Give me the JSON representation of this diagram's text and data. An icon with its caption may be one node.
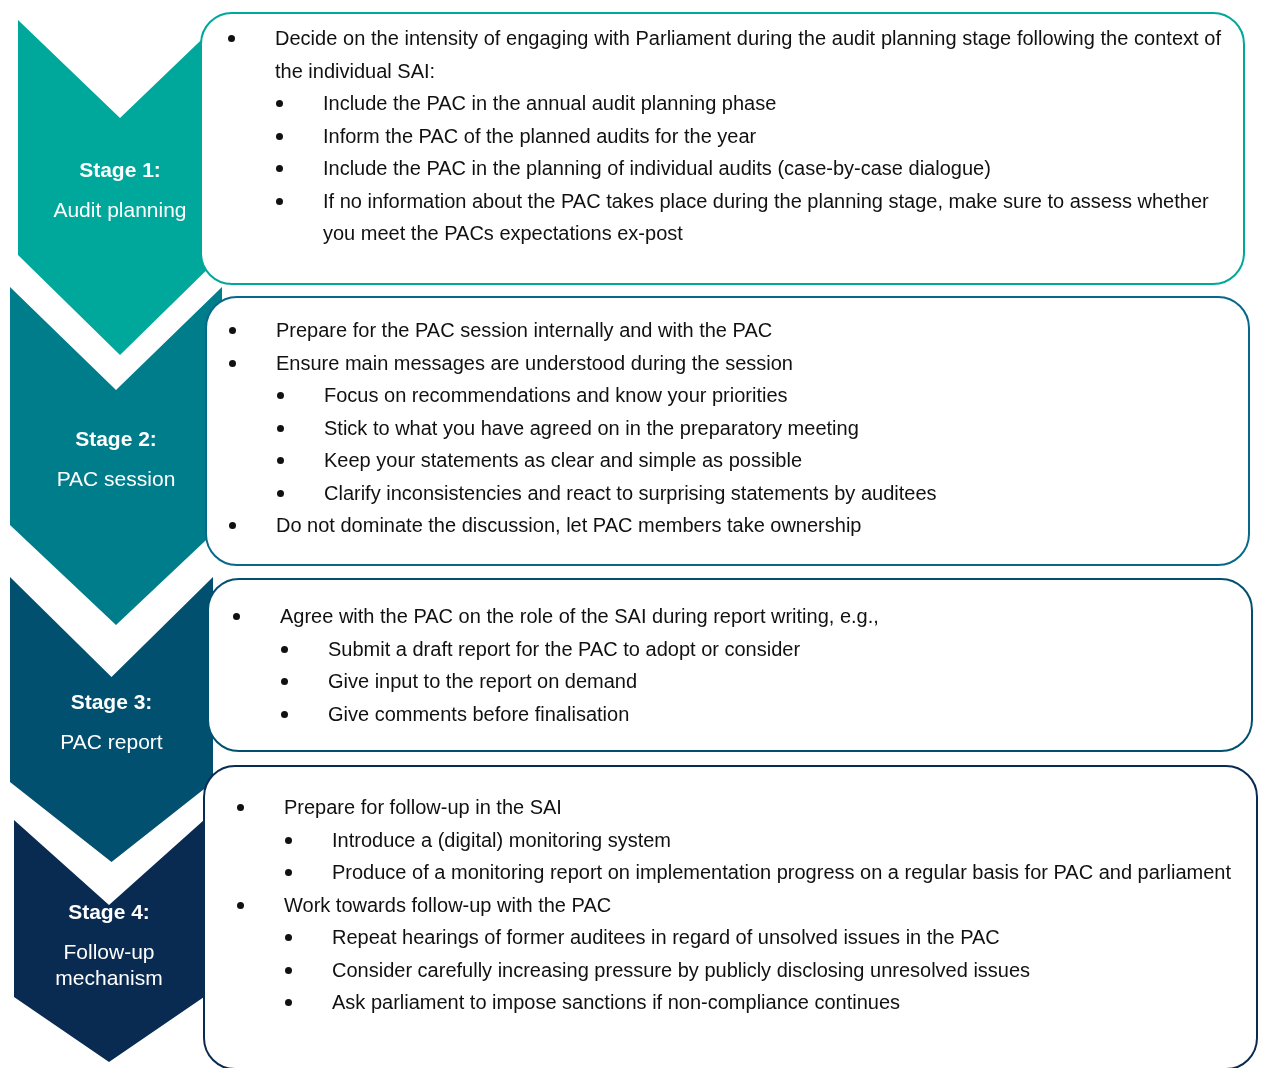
{
  "diagram": {
    "nodes": [
      {
        "text": [
          "Stage 1:",
          "Audit planning"
        ]
      },
      {
        "text": [
          "Decide on the intensity of engaging with Parliament during the audit planning stage following the context of the individual SAI:",
          "Include the PAC in the annual audit planning phase",
          "Inform the PAC of the planned audits for the year",
          "Include the PAC in the planning of individual audits (case-by-case dialogue)",
          "If no information about the PAC takes place during the planning stage, make sure to assess whether you meet the PACs expectations ex-post"
        ]
      },
      {
        "text": [
          "Stage 2:",
          "PAC session"
        ]
      },
      {
        "text": [
          "Prepare for the PAC session internally and with the PAC",
          "Ensure main messages are understood during the session",
          "Focus on recommendations and know your priorities",
          "Stick to what you have agreed on in the preparatory meeting",
          "Keep your statements as clear and simple as possible",
          "Clarify inconsistencies and react to surprising statements by auditees",
          "Do not dominate the discussion, let PAC members take ownership"
        ]
      },
      {
        "text": [
          "Stage 3:",
          "PAC report"
        ]
      },
      {
        "text": [
          "Agree with the PAC on the role of the SAI during report writing, e.g.,",
          "Submit a draft report for the PAC to adopt or consider",
          "Give input to the report on demand",
          "Give comments before finalisation"
        ]
      },
      {
        "text": [
          "Stage 4:",
          "Follow-up mechanism"
        ]
      },
      {
        "text": [
          "Prepare for follow-up in the SAI",
          "Introduce a (digital) monitoring system",
          "Produce of a monitoring report on implementation progress on a regular basis for PAC and parliament",
          "Work towards follow-up with the PAC",
          "Repeat hearings of former auditees in regard of unsolved issues in the PAC",
          "Consider carefully increasing pressure by publicly disclosing unresolved issues",
          "Ask parliament to impose sanctions if non-compliance continues"
        ]
      }
    ]
  }
}
